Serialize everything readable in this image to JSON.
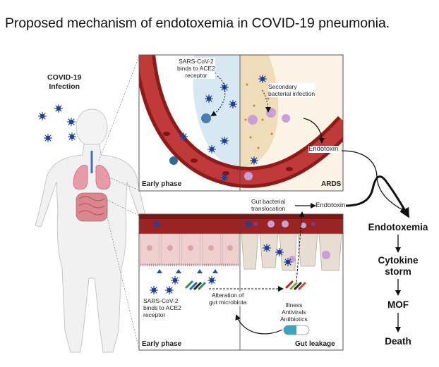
{
  "title": "Proposed mechanism of endotoxemia in COVID-19 pneumonia.",
  "infection_label": "COVID-19\nInfection",
  "lung_panel": {
    "binds_label": "SARS-CoV-2\nbinds to ACE2\nreceptor",
    "secondary_label": "Secondary\nbacterial infection",
    "endotoxin_label": "Endotoxin",
    "left_caption": "Early phase",
    "right_caption": "ARDS"
  },
  "translocation": {
    "label": "Gut bacterial\ntranslocation",
    "endotoxin_label": "Endotoxin"
  },
  "gut_panel": {
    "binds_label": "SARS-CoV-2\nbinds to ACE2\nreceptor",
    "microbiota_label": "Alteration of\ngut microbiota",
    "illness_label": "Illness\nAntivirals\nAntibiotics",
    "left_caption": "Early phase",
    "right_caption": "Gut leakage"
  },
  "flow": [
    "Endotoxemia",
    "Cytokine\nstorm",
    "MOF",
    "Death"
  ],
  "colors": {
    "vessel": "#8e1a1a",
    "alveolus_early": "#d8e8f3",
    "alveolus_ards": "#efdcb9",
    "virus": "#1f3f9a",
    "gut_wall": "#f0cfcf",
    "gut_top": "#9c2323"
  }
}
